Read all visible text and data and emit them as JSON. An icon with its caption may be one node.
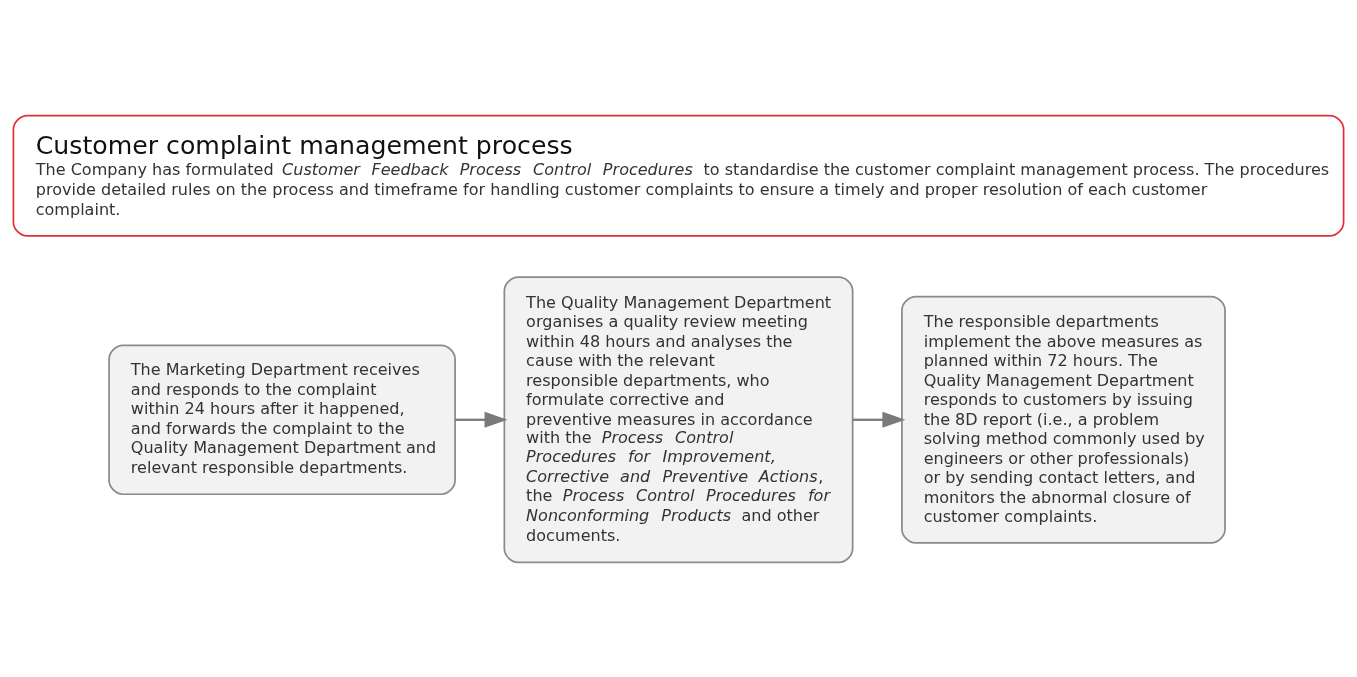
{
  "diagram": {
    "nodes": [
      {
        "text": [
          "Customer complaint management process",
          "The Company has formulated *Customer Feedback Process Control Procedures* to standardise the customer complaint management process. The procedures provide detailed rules on the process and timeframe for handling customer complaints to ensure a timely and proper resolution of each customer complaint."
        ]
      },
      {
        "text": [
          "The Marketing Department receives and responds to the complaint within 24 hours after it happened, and forwards the complaint to the Quality Management Department and relevant responsible departments."
        ]
      },
      {
        "text": [
          "The Quality Management Department organises a quality review meeting within 48 hours and analyses the cause with the relevant responsible departments, who formulate corrective and preventive measures in accordance with the *Process Control Procedures for Improvement, Corrective and Preventive Actions*, the *Process Control Procedures for Nonconforming Products* and other documents."
        ]
      },
      {
        "text": [
          "The responsible departments implement the above measures as planned within 72 hours. The Quality Management Department responds to customers by issuing the 8D report (i.e., a problem solving method commonly used by engineers or other professionals) or by sending contact letters, and monitors the abnormal closure of customer complaints."
        ]
      }
    ],
    "edges": [
      {
        "from": 1,
        "to": 2,
        "arrow": "to"
      },
      {
        "from": 2,
        "to": 3,
        "arrow": "to"
      }
    ]
  }
}
